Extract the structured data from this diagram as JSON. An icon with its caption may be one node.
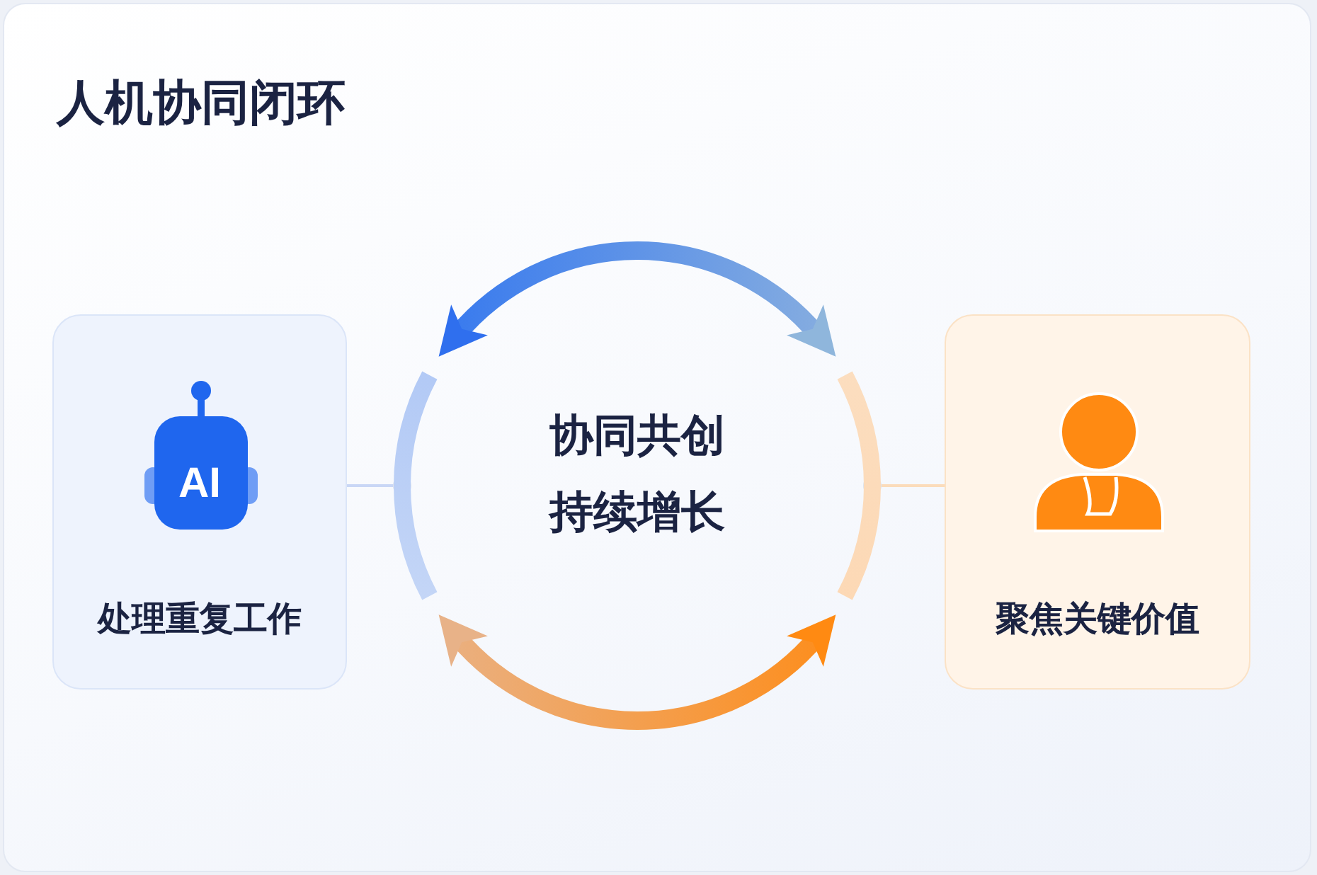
{
  "diagram": {
    "title": "人机协同闭环",
    "nodes": [
      {
        "text": [
          "处理重复工作"
        ]
      },
      {
        "text": [
          "协同共创",
          "持续增长"
        ]
      },
      {
        "text": [
          "聚焦关键价值"
        ]
      }
    ],
    "edges": [
      {
        "from": 0,
        "to": 1,
        "arrow": "other",
        "color": "#c9d7f6"
      },
      {
        "from": 2,
        "to": 1,
        "arrow": "other",
        "color": "#fbdcbb"
      }
    ],
    "labels": [
      "AI"
    ]
  }
}
